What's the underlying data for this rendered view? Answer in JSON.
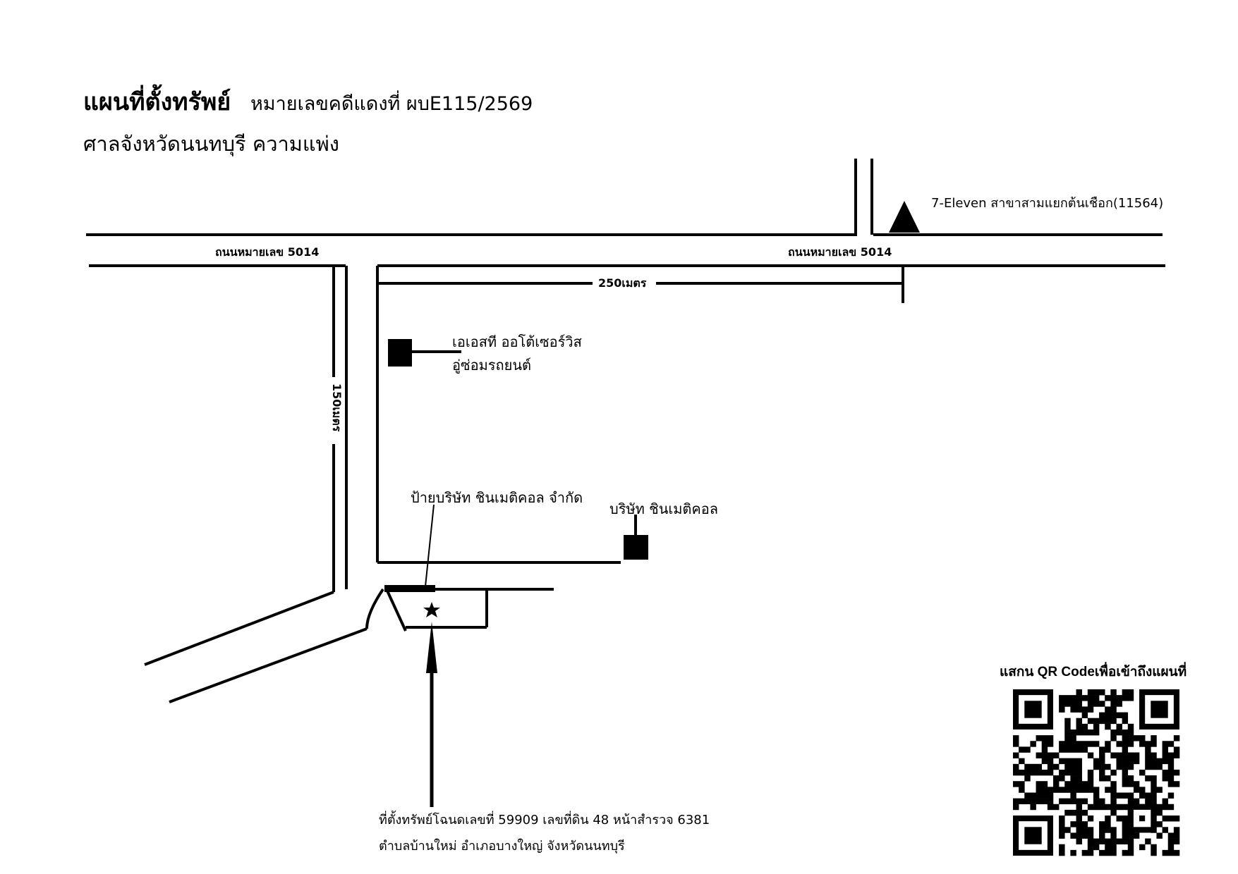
{
  "title": {
    "main": "แผนที่ตั้งทรัพย์",
    "case_number": "หมายเลขคดีแดงที่ ผบE115/2569",
    "court": "ศาลจังหวัดนนทบุรี ความแพ่ง"
  },
  "roads": {
    "left_label": "ถนนหมายเลข 5014",
    "right_label": "ถนนหมายเลข 5014"
  },
  "distances": {
    "horizontal": "250เมตร",
    "vertical": "150เมตร"
  },
  "landmarks": {
    "seven_eleven": "7-Eleven สาขาสามแยกต้นเชือก(11564)",
    "auto_service_line1": "เอเอสที ออโต้เซอร์วิส",
    "auto_service_line2": "อู่ซ่อมรถยนต์",
    "company_sign": "ป้ายบริษัท ชินเมติคอล จำกัด",
    "company": "บริษัท ชินเมติคอล"
  },
  "property": {
    "line1": "ที่ตั้งทรัพย์โฉนดเลขที่ 59909 เลขที่ดิน 48 หน้าสำรวจ 6381",
    "line2": "ตำบลบ้านใหม่ อำเภอบางใหญ่ จังหวัดนนทบุรี"
  },
  "qr": {
    "caption": "แสกน QR Codeเพื่อเข้าถึงแผนที่"
  },
  "icons": {
    "landmark_triangle": "triangle-icon",
    "building_square": "square-icon",
    "property_star": "star-icon"
  }
}
